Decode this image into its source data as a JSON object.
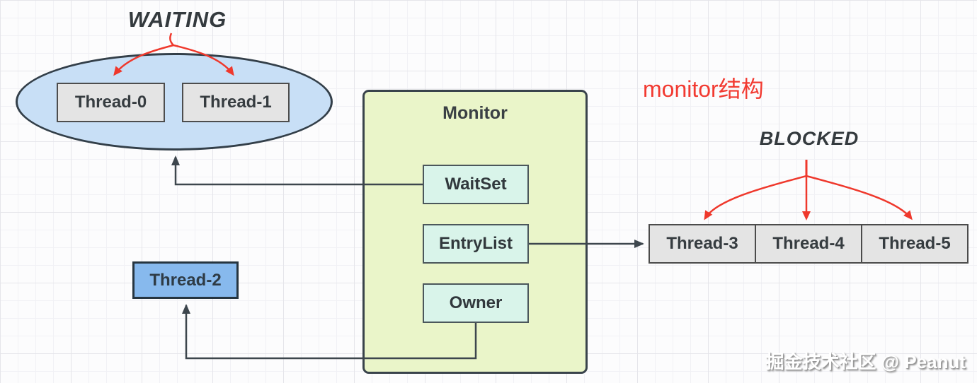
{
  "diagram": {
    "annotation": "monitor结构",
    "watermark": "掘金技术社区 @ Peanut",
    "states": {
      "waiting_label": "WAITING",
      "blocked_label": "BLOCKED"
    },
    "monitor": {
      "title": "Monitor",
      "slots": [
        "WaitSet",
        "EntryList",
        "Owner"
      ]
    },
    "waiting_threads": [
      "Thread-0",
      "Thread-1"
    ],
    "blocked_threads": [
      "Thread-3",
      "Thread-4",
      "Thread-5"
    ],
    "owner_thread": "Thread-2",
    "colors": {
      "red_accent": "#ef382c",
      "dark_stroke": "#3d464d",
      "ellipse_fill": "#c8dff6",
      "monitor_fill": "#eaf5c9",
      "slot_fill": "#d9f4ea",
      "thread_fill": "#e4e4e4",
      "owner_thread_fill": "#87b9ed"
    }
  }
}
